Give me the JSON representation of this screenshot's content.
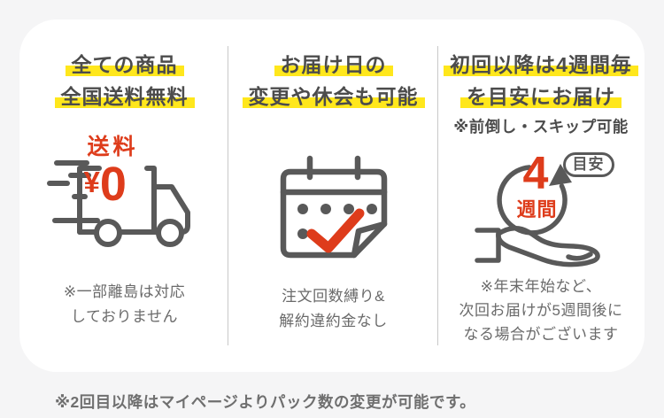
{
  "colors": {
    "accent_red": "#de3c1b",
    "highlight_yellow": "#ffe71c",
    "icon_gray": "#595959",
    "divider_gray": "#c9c9c9",
    "title_text": "#4c4c4c",
    "note_text": "#6a6a6a",
    "footer_text": "#6f6f6f",
    "card_background": "#ffffff"
  },
  "columns": [
    {
      "title_lines": [
        "全ての商品",
        "全国送料無料"
      ],
      "icon": "truck-icon",
      "icon_labels": {
        "shipping": "送料",
        "yen": "¥",
        "zero": "0"
      },
      "note_lines": [
        "※一部離島は対応",
        "しておりません"
      ]
    },
    {
      "title_lines": [
        "お届け日の",
        "変更や休会も可能"
      ],
      "icon": "calendar-check-icon",
      "note_lines": [
        "注文回数縛り&",
        "解約違約金なし"
      ]
    },
    {
      "title_lines": [
        "初回以降は4週間毎",
        "を目安にお届け"
      ],
      "subnote": "※前倒し・スキップ可能",
      "icon": "recurring-delivery-hand-icon",
      "icon_labels": {
        "number": "4",
        "unit": "週間",
        "badge": "目安"
      },
      "note_lines": [
        "※年末年始など、",
        "次回お届けが5週間後に",
        "なる場合がございます"
      ]
    }
  ],
  "footer": {
    "note": "※2回目以降はマイページよりパック数の変更が可能です。"
  }
}
